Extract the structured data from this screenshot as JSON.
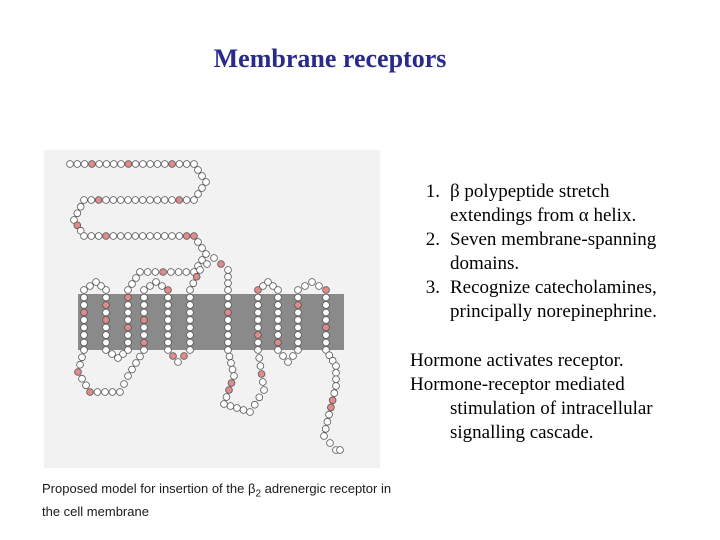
{
  "slide": {
    "title": "Membrane receptors",
    "list": [
      {
        "number": "1.",
        "lines": [
          "β polypeptide stretch",
          "extendings from α helix."
        ]
      },
      {
        "number": "2.",
        "lines": [
          "Seven membrane-spanning",
          "domains."
        ]
      },
      {
        "number": "3.",
        "lines": [
          "Recognize catecholamines,",
          "principally norepinephrine."
        ]
      }
    ],
    "notes": {
      "line1": "Hormone activates receptor.",
      "line2": "Hormone-receptor mediated",
      "line3": "stimulation of intracellular",
      "line4": "signalling cascade."
    },
    "caption": {
      "before": "Proposed model for insertion of the β",
      "subscript": "2",
      "after": " adrenergic receptor in the cell membrane"
    }
  },
  "figure": {
    "membrane_color": "#8a8a8a",
    "residue_color": "#ffffff",
    "highlight_color": "#e08a8a"
  }
}
